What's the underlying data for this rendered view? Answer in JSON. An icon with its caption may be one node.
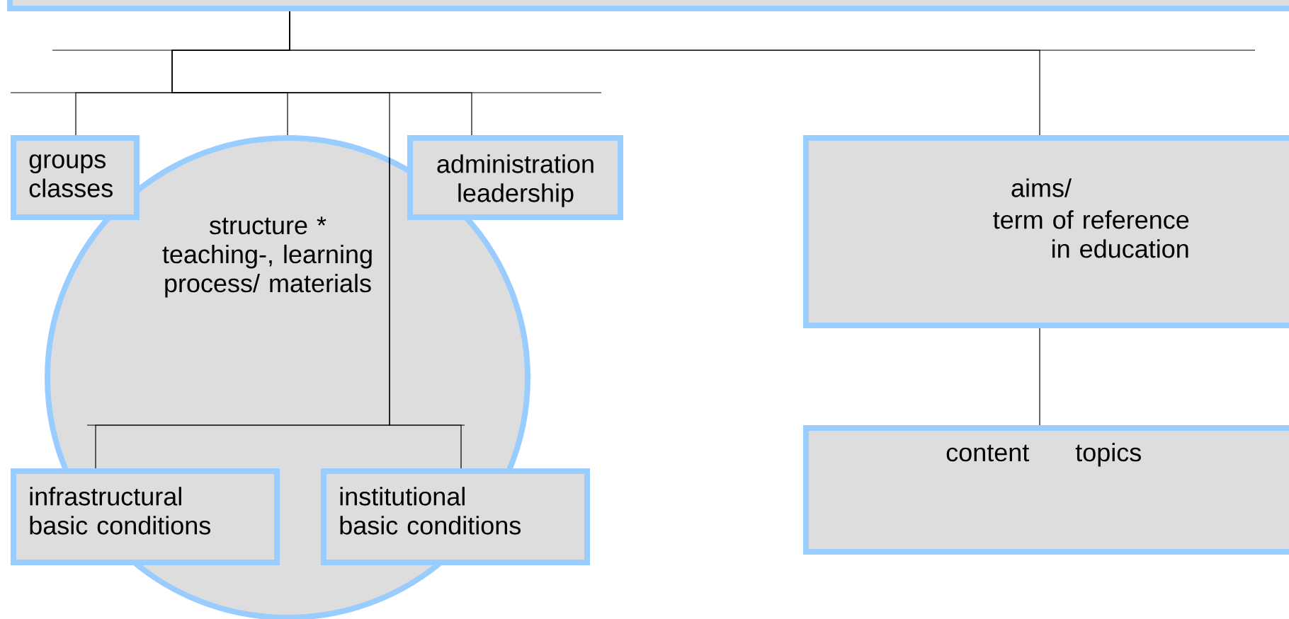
{
  "diagram": {
    "nodes": [
      {
        "text": [],
        "shape": "box"
      },
      {
        "text": [
          "groups classes"
        ]
      },
      {
        "text": [
          "structure * teaching-, learning process/ materials"
        ]
      },
      {
        "text": [
          "administration leadership"
        ]
      },
      {
        "text": [
          "infrastructural basic conditions"
        ]
      },
      {
        "text": [
          "institutional basic conditions"
        ]
      },
      {
        "text": [
          "aims/",
          "term of reference in education"
        ]
      },
      {
        "text": [
          "content",
          "topics"
        ]
      }
    ],
    "edges": [
      {
        "from": 0,
        "to": 1,
        "arrow": "none"
      },
      {
        "from": 0,
        "to": 2,
        "arrow": "none"
      },
      {
        "from": 0,
        "to": 3,
        "arrow": "none"
      },
      {
        "from": 2,
        "to": 4,
        "arrow": "none"
      },
      {
        "from": 2,
        "to": 5,
        "arrow": "none"
      },
      {
        "from": 0,
        "to": 6,
        "arrow": "none"
      },
      {
        "from": 6,
        "to": 7,
        "arrow": "none"
      }
    ]
  }
}
